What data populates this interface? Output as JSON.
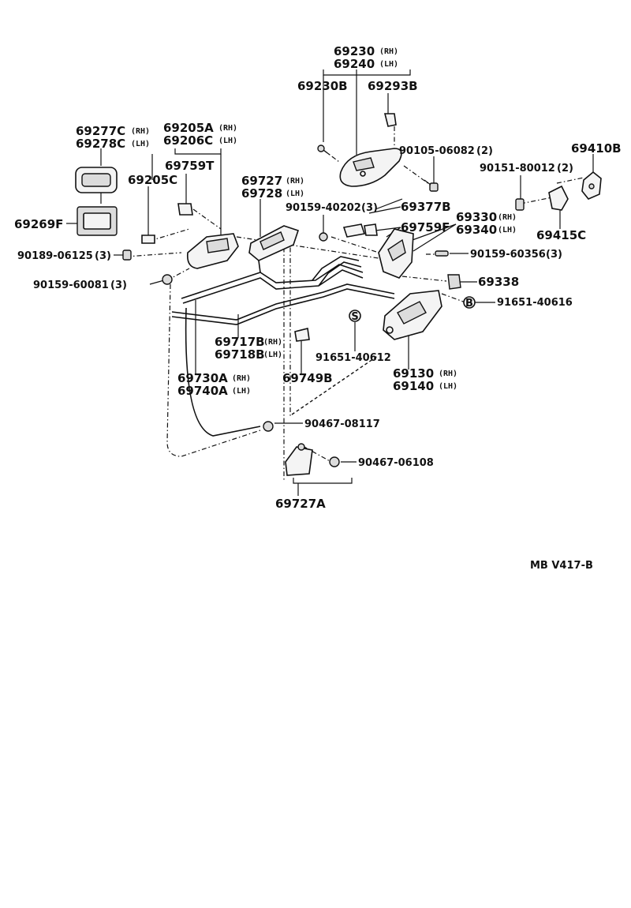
{
  "parts": {
    "p69230": {
      "num": "69230",
      "tag": "(RH)"
    },
    "p69240": {
      "num": "69240",
      "tag": "(LH)"
    },
    "p69230B": {
      "num": "69230B"
    },
    "p69293B": {
      "num": "69293B"
    },
    "p69277C": {
      "num": "69277C",
      "tag": "(RH)"
    },
    "p69278C": {
      "num": "69278C",
      "tag": "(LH)"
    },
    "p69205A": {
      "num": "69205A",
      "tag": "(RH)"
    },
    "p69206C": {
      "num": "69206C",
      "tag": "(LH)"
    },
    "p69759T": {
      "num": "69759T"
    },
    "p69205C": {
      "num": "69205C"
    },
    "p69269F": {
      "num": "69269F"
    },
    "p90189": {
      "num": "90189-06125",
      "qty": "(3)"
    },
    "p90159_60081": {
      "num": "90159-60081",
      "qty": "(3)"
    },
    "p69727": {
      "num": "69727",
      "tag": "(RH)"
    },
    "p69728": {
      "num": "69728",
      "tag": "(LH)"
    },
    "p90159_40202": {
      "num": "90159-40202",
      "qty": "(3)"
    },
    "p90105": {
      "num": "90105-06082",
      "qty": "(2)"
    },
    "p69377B": {
      "num": "69377B"
    },
    "p69410B": {
      "num": "69410B"
    },
    "p90151": {
      "num": "90151-80012",
      "qty": "(2)"
    },
    "p69330": {
      "num": "69330",
      "tag": "(RH)"
    },
    "p69340": {
      "num": "69340",
      "tag": "(LH)"
    },
    "p69759F": {
      "num": "69759F"
    },
    "p69415C": {
      "num": "69415C"
    },
    "p90159_60356": {
      "num": "90159-60356",
      "qty": "(3)"
    },
    "p69338": {
      "num": "69338"
    },
    "p91651_40616": {
      "num": "91651-40616",
      "marker": "B"
    },
    "p91651_40612": {
      "num": "91651-40612",
      "marker": "S"
    },
    "p69717B": {
      "num": "69717B",
      "tag": "(RH)"
    },
    "p69718B": {
      "num": "69718B",
      "tag": "(LH)"
    },
    "p69730A": {
      "num": "69730A",
      "tag": "(RH)"
    },
    "p69740A": {
      "num": "69740A",
      "tag": "(LH)"
    },
    "p69749B": {
      "num": "69749B"
    },
    "p69130": {
      "num": "69130",
      "tag": "(RH)"
    },
    "p69140": {
      "num": "69140",
      "tag": "(LH)"
    },
    "p90467_08117": {
      "num": "90467-08117"
    },
    "p90467_06108": {
      "num": "90467-06108"
    },
    "p69727A": {
      "num": "69727A"
    }
  },
  "figure_code": "MB V417-B"
}
